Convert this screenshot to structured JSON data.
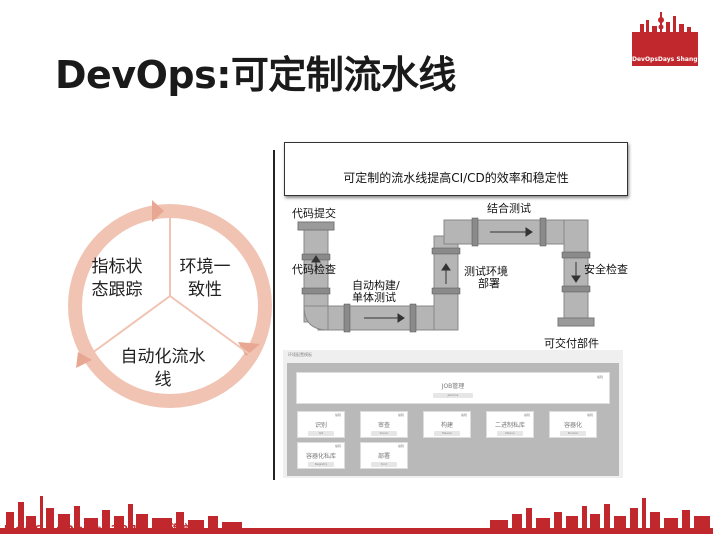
{
  "slide": {
    "title": "DevOps:可定制流水线",
    "logo_text": "DevOpsDays Shanghai",
    "footer_text": "DevOpsDays 2017·上海站"
  },
  "cycle": {
    "items": [
      {
        "line1": "指标状",
        "line2": "态跟踪"
      },
      {
        "line1": "环境一",
        "line2": "致性"
      },
      {
        "line1": "自动化流水",
        "line2": "线"
      }
    ],
    "colors": {
      "ring": "#f0c3b3",
      "arrow": "#e8a792",
      "divider": "#ffffff"
    }
  },
  "pipeline": {
    "headline": "可定制的流水线提高CI/CD的效率和稳定性",
    "labels": {
      "code_commit": "代码提交",
      "code_check": "代码检查",
      "build_line1": "自动构建/",
      "build_line2": "单体测试",
      "integration_test": "结合测试",
      "env_line1": "测试环境",
      "env_line2": "部署",
      "security_check": "安全检查",
      "deliverable": "可交付部件"
    }
  },
  "config_panel": {
    "top_label": "环境配置模板",
    "header_card": {
      "title": "JOB管理",
      "sub": "Jenkins",
      "corner": "编辑"
    },
    "cards": [
      {
        "title": "识别",
        "sub": "Git",
        "corner": "编辑"
      },
      {
        "title": "审查",
        "sub": "Sonar",
        "corner": "编辑"
      },
      {
        "title": "构建",
        "sub": "Maven",
        "corner": "编辑"
      },
      {
        "title": "二进制私库",
        "sub": "Nexus",
        "corner": "编辑"
      },
      {
        "title": "容器化",
        "sub": "Docker",
        "corner": "编辑"
      },
      {
        "title": "容器化私库",
        "sub": "Registry",
        "corner": "编辑"
      },
      {
        "title": "部署",
        "sub": "Kvd",
        "corner": "编辑"
      }
    ]
  },
  "colors": {
    "brand_red": "#c0282d",
    "pipe_gray": "#b5b5b5",
    "pipe_dark": "#777777"
  }
}
